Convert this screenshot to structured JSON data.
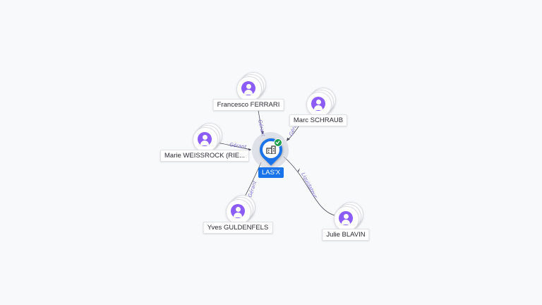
{
  "company": {
    "name": "LAS'X",
    "icon": "building-icon",
    "status_icon": "check-icon",
    "color": "#1a73e8",
    "status_color": "#1e9e4a"
  },
  "people": [
    {
      "name": "Francesco FERRARI",
      "role": "Gérant",
      "icon": "person-icon"
    },
    {
      "name": "Marc SCHRAUB",
      "role": "Gérant",
      "icon": "person-icon"
    },
    {
      "name": "Marie WEISSROCK (RIE...",
      "role": "Gérant",
      "icon": "person-icon"
    },
    {
      "name": "Yves GULDENFELS",
      "role": "Gérant",
      "icon": "person-icon"
    },
    {
      "name": "Julie BLAVIN",
      "role": "Liquidateur",
      "icon": "person-icon"
    }
  ],
  "colors": {
    "person": "#8b5cf6",
    "edge_label": "#7b6fd6",
    "background": "#f8f9fb"
  }
}
